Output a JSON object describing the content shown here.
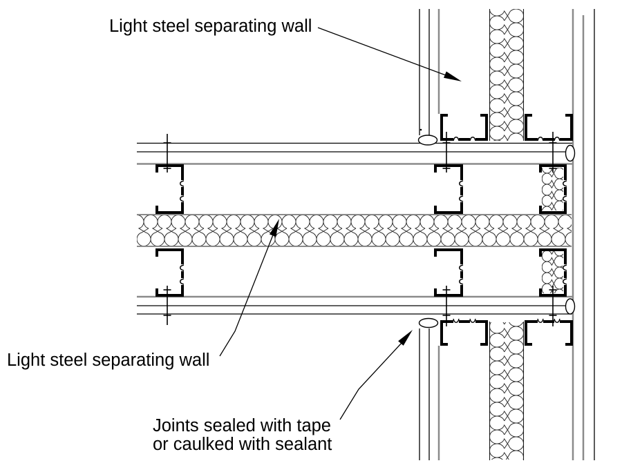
{
  "annotations": {
    "top_wall_label": "Light steel separating wall",
    "bottom_wall_label": "Light steel separating wall",
    "joints_label_line1": "Joints sealed with tape",
    "joints_label_line2": "or caulked with sealant"
  },
  "colors": {
    "line": "#000000",
    "liner_gray": "#8a8a8a",
    "insulation_stroke": "#2e2e2e",
    "background": "#ffffff"
  }
}
